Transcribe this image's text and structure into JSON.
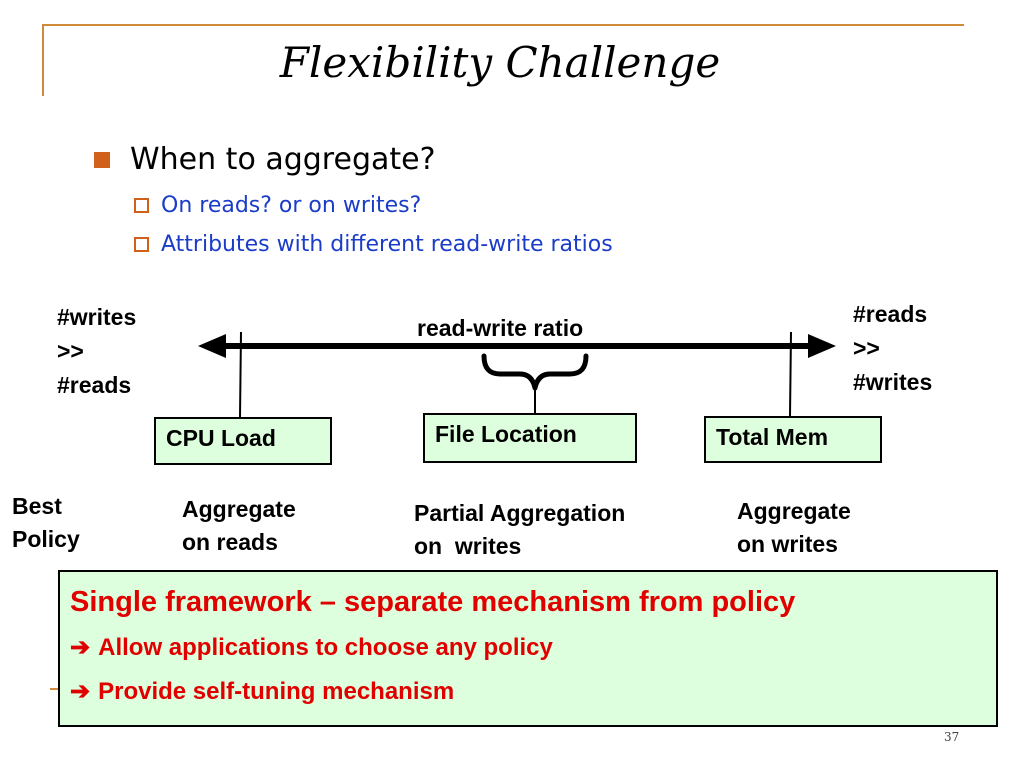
{
  "slide": {
    "title": "Flexibility Challenge",
    "page_number": "37"
  },
  "bullets": {
    "main": "When to aggregate?",
    "sub": [
      "On reads? or on writes?",
      "Attributes with different read-write ratios"
    ]
  },
  "axis": {
    "left_label": [
      "#writes",
      ">>",
      "#reads"
    ],
    "right_label": [
      "#reads",
      ">>",
      "#writes"
    ],
    "center_label": "read-write ratio"
  },
  "attributes": {
    "cpu": "CPU Load",
    "file": "File Location",
    "mem": "Total Mem"
  },
  "policy": {
    "label": [
      "Best",
      "Policy"
    ],
    "reads": [
      "Aggregate",
      "on reads"
    ],
    "partial": [
      "Partial Aggregation",
      "on  writes"
    ],
    "writes": [
      "Aggregate",
      "on writes"
    ]
  },
  "summary": {
    "heading": "Single framework – separate mechanism from policy",
    "arrow_icon": "arrow-right-icon",
    "lines": [
      "Allow applications to choose any policy",
      "Provide self-tuning mechanism"
    ]
  },
  "colors": {
    "accent_orange": "#d0601a",
    "sub_bullet_blue": "#1a3cc8",
    "box_green": "#ddffdd",
    "summary_red": "#e00000"
  }
}
